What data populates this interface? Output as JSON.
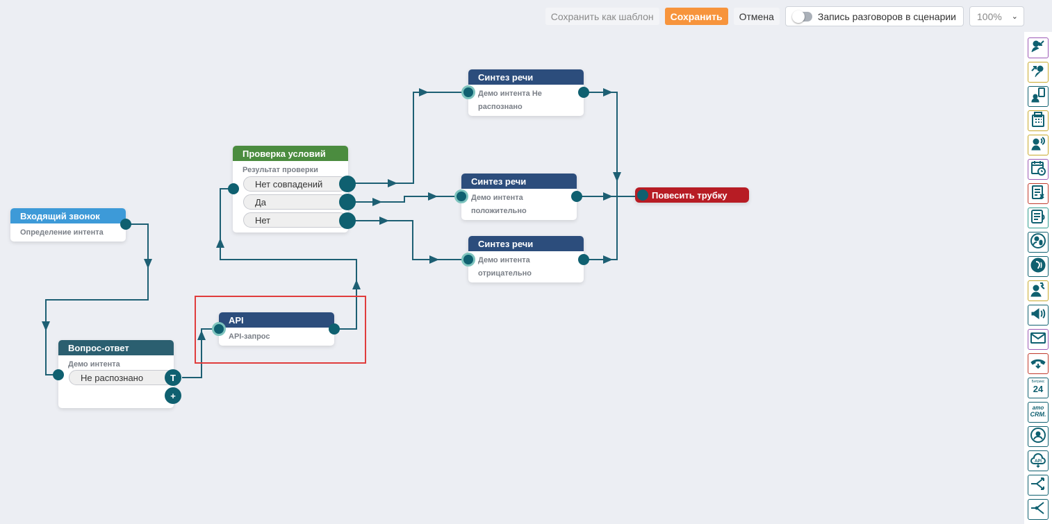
{
  "toolbar": {
    "save_as_template": "Сохранить как шаблон",
    "save": "Сохранить",
    "cancel": "Отмена",
    "record_label": "Запись разговоров в сценарии",
    "zoom": "100%"
  },
  "nodes": {
    "incoming": {
      "title": "Входящий звонок",
      "subtitle": "Определение интента"
    },
    "qa": {
      "title": "Вопрос-ответ",
      "subtitle": "Демо интента",
      "option": "Не распознано",
      "option_btn": "T",
      "add_btn": "+"
    },
    "api": {
      "title": "API",
      "subtitle": "API-запрос"
    },
    "check": {
      "title": "Проверка условий",
      "subtitle": "Результат проверки",
      "options": [
        "Нет совпадений",
        "Да",
        "Нет"
      ]
    },
    "tts1": {
      "title": "Синтез речи",
      "subtitle_line1": "Демо интента Не",
      "subtitle_line2": "распознано"
    },
    "tts2": {
      "title": "Синтез речи",
      "subtitle_line1": "Демо интента",
      "subtitle_line2": "положительно"
    },
    "tts3": {
      "title": "Синтез речи",
      "subtitle_line1": "Демо интента",
      "subtitle_line2": "отрицательно"
    },
    "hangup": {
      "title": "Повесить трубку"
    }
  },
  "palette": [
    {
      "icon": "incoming-call-icon",
      "color": "#9b59b6"
    },
    {
      "icon": "outgoing-call-icon",
      "color": "#c8a92c"
    },
    {
      "icon": "mobile-user-icon",
      "color": "#0f6070"
    },
    {
      "icon": "ivr-phone-icon",
      "color": "#c8a92c"
    },
    {
      "icon": "speaking-user-icon",
      "color": "#c8a92c"
    },
    {
      "icon": "calendar-clock-icon",
      "color": "#9b59b6"
    },
    {
      "icon": "checklist-cancel-icon",
      "color": "#c0392b"
    },
    {
      "icon": "text-to-speech-icon",
      "color": "#2e9c8f"
    },
    {
      "icon": "voice-recognition-icon",
      "color": "#0f6070"
    },
    {
      "icon": "hearing-icon",
      "color": "#0f6070"
    },
    {
      "icon": "user-call-icon",
      "color": "#c8a92c"
    },
    {
      "icon": "announcement-icon",
      "color": "#0f6070"
    },
    {
      "icon": "email-icon",
      "color": "#9b59b6"
    },
    {
      "icon": "hangup-icon",
      "color": "#c0392b"
    },
    {
      "icon": "bitrix24-icon",
      "color": "#0f6070"
    },
    {
      "icon": "amocrm-icon",
      "color": "#0f6070"
    },
    {
      "icon": "operator-icon",
      "color": "#0f6070"
    },
    {
      "icon": "api-cloud-icon",
      "color": "#0f6070"
    },
    {
      "icon": "branch-split-icon",
      "color": "#0f6070"
    },
    {
      "icon": "branch-merge-icon",
      "color": "#0f6070"
    }
  ]
}
